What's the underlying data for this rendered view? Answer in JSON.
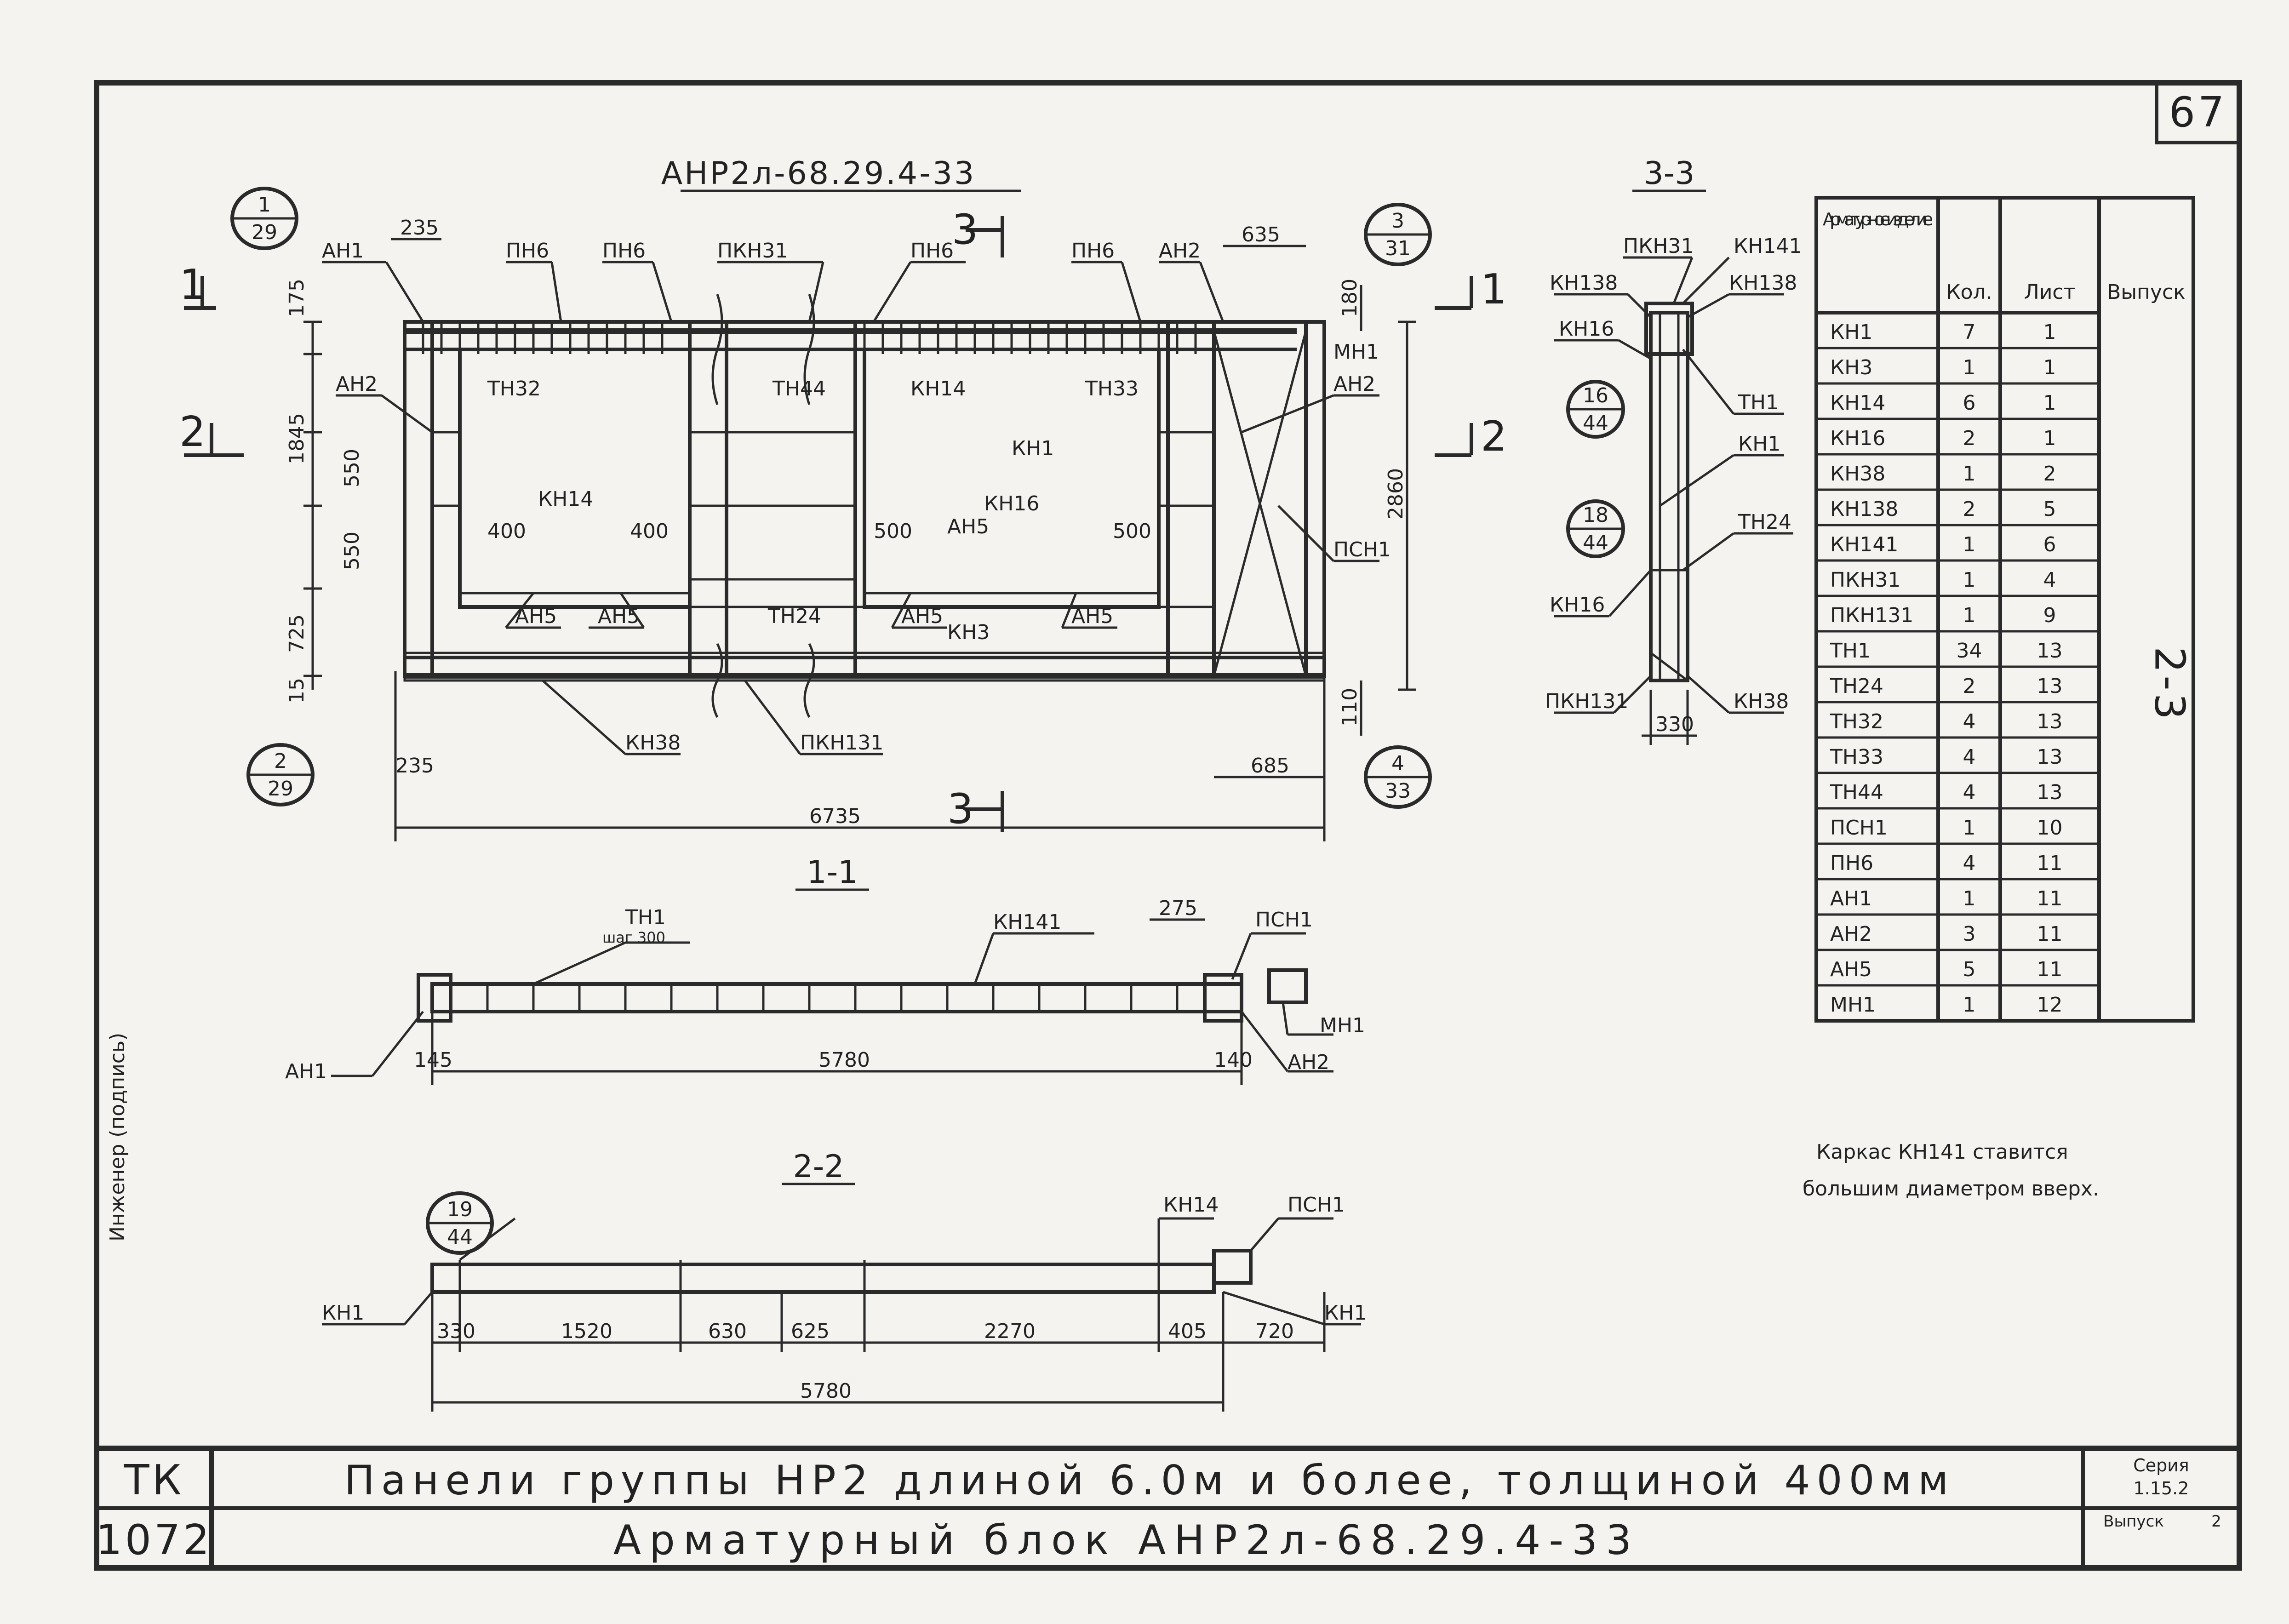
{
  "sheet_number": "67",
  "main_view": {
    "title": "АНР2л-68.29.4-33",
    "marks": {
      "an1": "АН1",
      "an2": "АН2",
      "an5": "АН5",
      "pn6": "ПН6",
      "pkn31": "ПКН31",
      "pkn131": "ПКН131",
      "kn1": "КН1",
      "kn3": "КН3",
      "kn14": "КН14",
      "kn16": "КН16",
      "kn38": "КН38",
      "tn24": "ТН24",
      "tn32": "ТН32",
      "tn33": "ТН33",
      "tn44": "ТН44",
      "psn1": "ПСН1",
      "mn1": "МН1"
    },
    "dims": {
      "d235": "235",
      "d635": "635",
      "d175": "175",
      "d1845": "1845",
      "d550": "550",
      "d725": "725",
      "d15": "15",
      "d2860": "2860",
      "d180": "180",
      "d110": "110",
      "d685": "685",
      "d6735": "6735",
      "d400": "400",
      "d500": "500"
    },
    "callouts": {
      "c1": {
        "top": "1",
        "bottom": "29"
      },
      "c2": {
        "top": "2",
        "bottom": "29"
      },
      "c3": {
        "top": "3",
        "bottom": "31"
      },
      "c4": {
        "top": "4",
        "bottom": "33"
      }
    },
    "section_marks": {
      "s1": "1",
      "s2": "2",
      "s3": "3"
    }
  },
  "section_1_1": {
    "title": "1-1",
    "labels": {
      "tn1": "ТН1",
      "step": "шаг 300",
      "kn141": "КН141",
      "psn1": "ПСН1",
      "mn1": "МН1",
      "an1": "АН1",
      "an2": "АН2"
    },
    "dims": {
      "d275": "275",
      "d145": "145",
      "d5780": "5780",
      "d140": "140"
    }
  },
  "section_2_2": {
    "title": "2-2",
    "callout": {
      "top": "19",
      "bottom": "44"
    },
    "labels": {
      "kn14": "КН14",
      "psn1": "ПСН1",
      "kn1_left": "КН1",
      "kn1_right": "КН1"
    },
    "dims": [
      "330",
      "1520",
      "630",
      "625",
      "2270",
      "405",
      "720"
    ],
    "total": "5780"
  },
  "section_3_3": {
    "title": "3-3",
    "labels": {
      "pkn31": "ПКН31",
      "kn141": "КН141",
      "kn138_l": "КН138",
      "kn138_r": "КН138",
      "kn16_top": "КН16",
      "tn1": "ТН1",
      "kn1": "КН1",
      "tn24": "ТН24",
      "kn16_bottom": "КН16",
      "pkn131": "ПКН131",
      "kn38": "КН38"
    },
    "callouts": {
      "c16": {
        "top": "16",
        "bottom": "44"
      },
      "c18": {
        "top": "18",
        "bottom": "44"
      }
    },
    "dim_330": "330"
  },
  "spec_table": {
    "headers": [
      "Арматур-ное изделие",
      "Кол.",
      "Лист",
      "Выпуск"
    ],
    "rows": [
      [
        "КН1",
        "7",
        "1"
      ],
      [
        "КН3",
        "1",
        "1"
      ],
      [
        "КН14",
        "6",
        "1"
      ],
      [
        "КН16",
        "2",
        "1"
      ],
      [
        "КН38",
        "1",
        "2"
      ],
      [
        "КН138",
        "2",
        "5"
      ],
      [
        "КН141",
        "1",
        "6"
      ],
      [
        "ПКН31",
        "1",
        "4"
      ],
      [
        "ПКН131",
        "1",
        "9"
      ],
      [
        "ТН1",
        "34",
        "13"
      ],
      [
        "ТН24",
        "2",
        "13"
      ],
      [
        "ТН32",
        "4",
        "13"
      ],
      [
        "ТН33",
        "4",
        "13"
      ],
      [
        "ТН44",
        "4",
        "13"
      ],
      [
        "ПСН1",
        "1",
        "10"
      ],
      [
        "ПН6",
        "4",
        "11"
      ],
      [
        "АН1",
        "1",
        "11"
      ],
      [
        "АН2",
        "3",
        "11"
      ],
      [
        "АН5",
        "5",
        "11"
      ],
      [
        "МН1",
        "1",
        "12"
      ]
    ],
    "issue": "2-3"
  },
  "note": {
    "line1": "Каркас КН141 ставится",
    "line2": "большим диаметром вверх."
  },
  "left_margin_text": "Инженер   (подпись)",
  "title_block": {
    "code_top": "ТК",
    "code_bottom": "1072",
    "title_line1": "Панели группы НР2 длиной 6.0м и более, толщиной 400мм",
    "title_line2": "Арматурный блок АНР2л-68.29.4-33",
    "series_label": "Серия",
    "series_value": "1.15.2",
    "issue_label": "Выпуск",
    "issue_value": "2"
  }
}
